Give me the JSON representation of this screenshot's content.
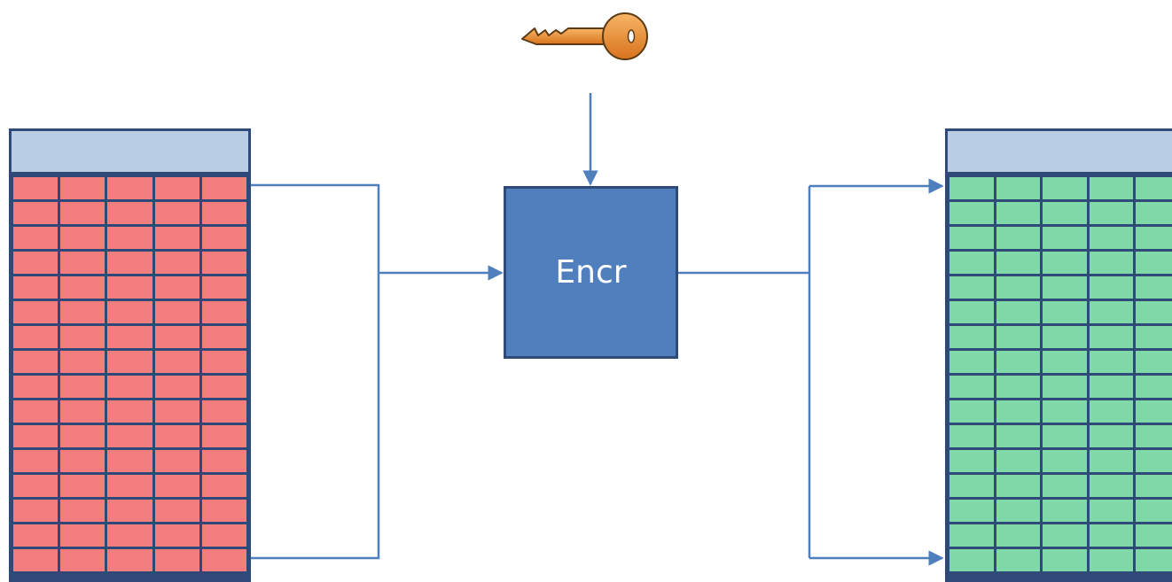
{
  "encrypt_box": {
    "label": "Encr",
    "fill": "#4f7fbd",
    "border": "#2f4a78"
  },
  "key": {
    "icon": "key-icon",
    "color": "#ef8f2b"
  },
  "input_table": {
    "header_color": "#b9cde4",
    "cell_color": "#f47d7d",
    "columns": 5,
    "rows": 16
  },
  "output_table": {
    "header_color": "#b9cde4",
    "cell_color": "#7fd8a8",
    "columns": 5,
    "rows": 16
  },
  "colors": {
    "connector": "#4f7fbd",
    "outline": "#2f4a78"
  }
}
